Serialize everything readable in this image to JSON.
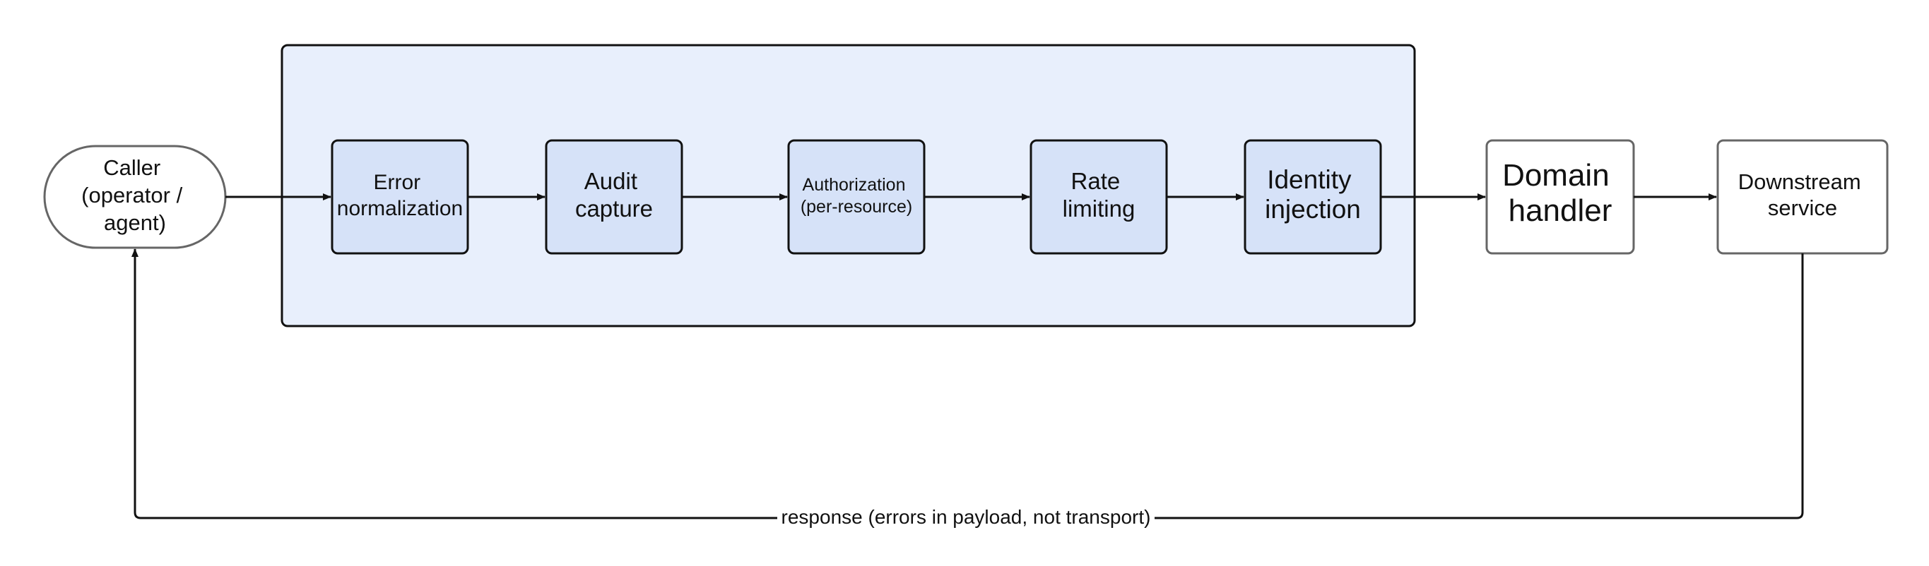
{
  "colors": {
    "pipeline_container_fill": "#e8effc",
    "middleware_fill": "#d6e2f8",
    "plain_fill": "#ffffff",
    "stroke_dark": "#111111",
    "stroke_gray": "#666666"
  },
  "nodes": {
    "caller": [
      "Caller",
      "(operator /",
      "agent)"
    ],
    "error_normalization": [
      "Error",
      "normalization"
    ],
    "audit_capture": [
      "Audit",
      "capture"
    ],
    "authorization": [
      "Authorization",
      "(per-resource)"
    ],
    "rate_limiting": [
      "Rate",
      "limiting"
    ],
    "identity_injection": [
      "Identity",
      "injection"
    ],
    "domain_handler": [
      "Domain",
      "handler"
    ],
    "downstream_service": [
      "Downstream",
      "service"
    ]
  },
  "edges": {
    "response_label": "response (errors in payload, not transport)"
  }
}
